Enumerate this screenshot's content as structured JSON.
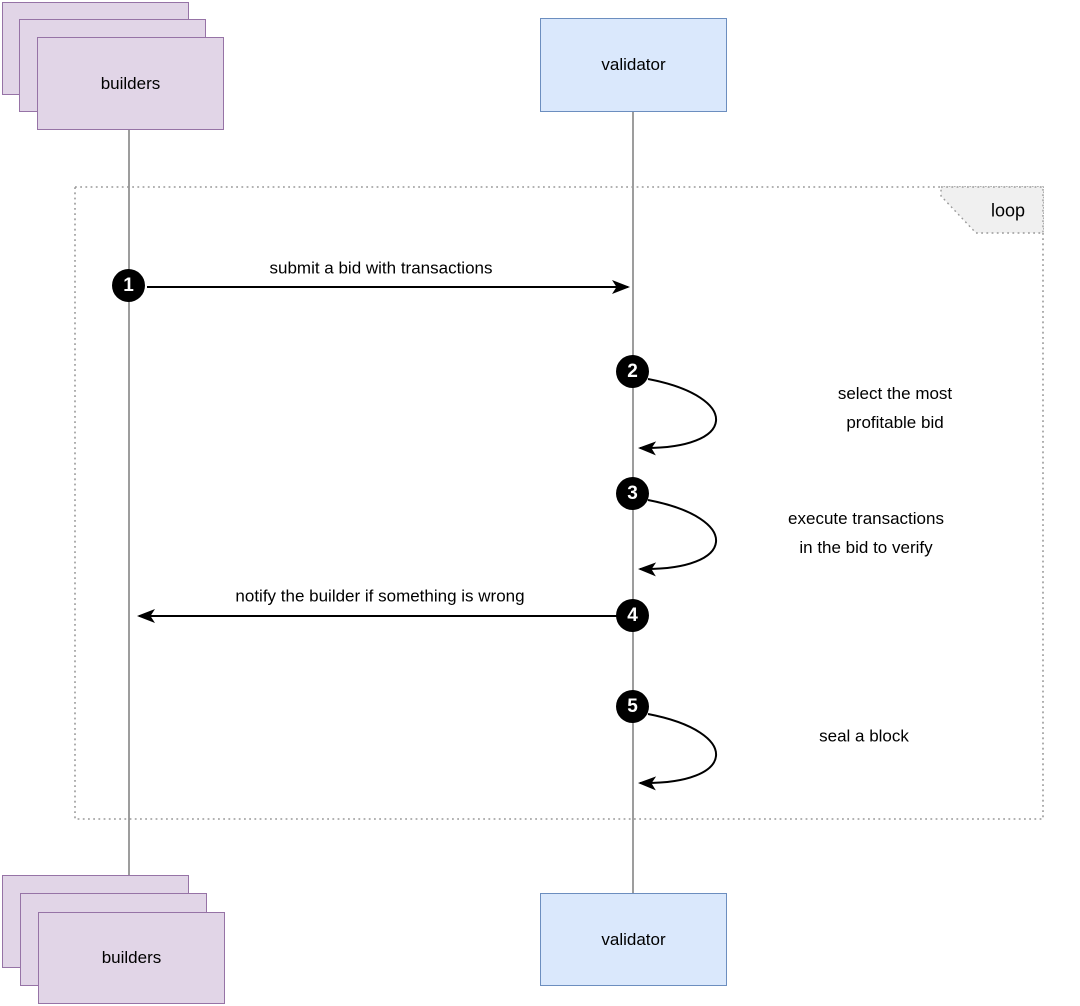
{
  "diagram_type": "sequence-diagram",
  "actors": {
    "builders": {
      "label": "builders",
      "shape": "stacked-rectangles"
    },
    "validator": {
      "label": "validator",
      "shape": "rectangle"
    }
  },
  "loop_fragment": {
    "label": "loop"
  },
  "steps": [
    {
      "num": "1",
      "from": "builders",
      "to": "validator",
      "kind": "message",
      "label": "submit a bid with transactions"
    },
    {
      "num": "2",
      "from": "validator",
      "to": "validator",
      "kind": "self-message",
      "label": "select the most profitable bid"
    },
    {
      "num": "3",
      "from": "validator",
      "to": "validator",
      "kind": "self-message",
      "label": "execute transactions\nin the bid to verify"
    },
    {
      "num": "4",
      "from": "validator",
      "to": "builders",
      "kind": "message",
      "label": "notify the builder if something is wrong"
    },
    {
      "num": "5",
      "from": "validator",
      "to": "validator",
      "kind": "self-message",
      "label": "seal a block"
    }
  ],
  "colors": {
    "builders_fill": "#E1D5E7",
    "builders_stroke": "#9673A6",
    "validator_fill": "#DAE8FC",
    "validator_stroke": "#6C8EBF",
    "lifeline": "#8C8C8C",
    "frame": "#999999",
    "loop_fill": "#F0F0F0",
    "arrow": "#000000",
    "step_circle_fill": "#000000",
    "step_circle_text": "#FFFFFF"
  }
}
